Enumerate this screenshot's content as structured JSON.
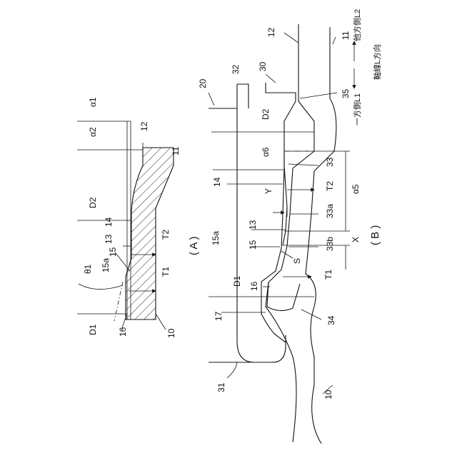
{
  "figure": {
    "panel_a_caption": "( A )",
    "panel_b_caption": "( B )",
    "labels_a": {
      "alpha1": "α1",
      "alpha2": "α2",
      "n12": "12",
      "n11": "11",
      "D2": "D2",
      "n14": "14",
      "n13": "13",
      "T2": "T2",
      "theta1": "θ1",
      "n15a": "15a",
      "n15": "15",
      "T1": "T1",
      "D1": "D1",
      "n16": "16",
      "n10": "10"
    },
    "labels_b": {
      "n12": "12",
      "n11": "11",
      "n32": "32",
      "n30": "30",
      "n20": "20",
      "n35": "35",
      "D2": "D2",
      "alpha6": "α6",
      "n33": "33",
      "n14": "14",
      "T2": "T2",
      "Y": "Y",
      "n33a": "33a",
      "alpha5": "α5",
      "n13": "13",
      "n15a": "15a",
      "X": "X",
      "n33b": "33b",
      "n15": "15",
      "S": "S",
      "D1": "D1",
      "n16": "16",
      "T1": "T1",
      "n17": "17",
      "n34": "34",
      "n31": "31",
      "n10": "10"
    },
    "direction": {
      "other_side": "他方側L2",
      "axis_dir": "軸線L方向",
      "one_side": "一方側L1"
    }
  }
}
